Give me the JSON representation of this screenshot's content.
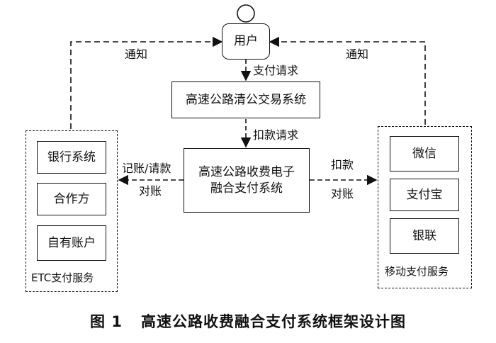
{
  "nodes": {
    "user": "用户",
    "clearing": "高速公路清公交易系统",
    "core_line1": "高速公路收费电子",
    "core_line2": "融合支付系统"
  },
  "etc_group": {
    "title": "ETC支付服务",
    "items": [
      "银行系统",
      "合作方",
      "自有账户"
    ]
  },
  "mobile_group": {
    "title": "移动支付服务",
    "items": [
      "微信",
      "支付宝",
      "银联"
    ]
  },
  "edges": {
    "notify_left": "通知",
    "notify_right": "通知",
    "pay_request": "支付请求",
    "deduct_request": "扣款请求",
    "bookkeep": "记账/请款",
    "reconcile_left": "对账",
    "deduct": "扣款",
    "reconcile_right": "对账"
  },
  "caption": {
    "figure_no": "图 1",
    "title": "高速公路收费融合支付系统框架设计图"
  }
}
